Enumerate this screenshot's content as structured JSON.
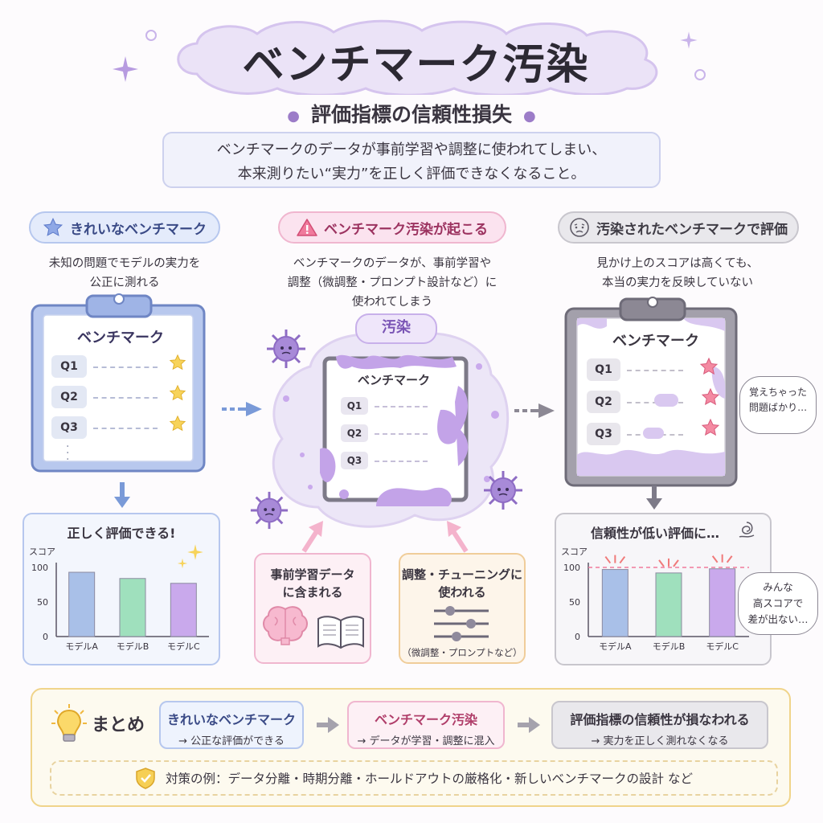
{
  "title": "ベンチマーク汚染",
  "subtitle": "評価指標の信頼性損失",
  "description": {
    "line1": "ベンチマークのデータが事前学習や調整に使われてしまい、",
    "line2": "本来測りたい“実力”を正しく評価できなくなること。"
  },
  "clean": {
    "pill": "きれいなベンチマーク",
    "desc_line1": "未知の問題でモデルの実力を",
    "desc_line2": "公正に測れる",
    "board_title": "ベンチマーク",
    "questions": [
      "Q1",
      "Q2",
      "Q3"
    ],
    "result_title": "正しく評価できる!",
    "chart_data": {
      "type": "bar",
      "categories": [
        "モデルA",
        "モデルB",
        "モデルC"
      ],
      "values": [
        93,
        84,
        77
      ],
      "ylabel": "スコア",
      "yticks": [
        0,
        50,
        100
      ],
      "ylim": [
        0,
        100
      ],
      "colors": [
        "#a9c0e8",
        "#9fe0bd",
        "#c9a9ec"
      ]
    }
  },
  "contamination": {
    "pill": "ベンチマーク汚染が起こる",
    "desc_line1": "ベンチマークのデータが、事前学習や",
    "desc_line2": "調整（微調整・プロンプト設計など）に",
    "desc_line3": "使われてしまう",
    "tag": "汚染",
    "board_title": "ベンチマーク",
    "questions": [
      "Q1",
      "Q2",
      "Q3"
    ],
    "source1_line1": "事前学習データ",
    "source1_line2": "に含まれる",
    "source2_line1": "調整・チューニングに",
    "source2_line2": "使われる",
    "source2_note": "（微調整・プロンプトなど）"
  },
  "contaminated": {
    "pill": "汚染されたベンチマークで評価",
    "desc_line1": "見かけ上のスコアは高くても、",
    "desc_line2": "本当の実力を反映していない",
    "board_title": "ベンチマーク",
    "questions": [
      "Q1",
      "Q2",
      "Q3"
    ],
    "bubble1_line1": "覚えちゃった",
    "bubble1_line2": "問題ばかり…",
    "result_title": "信頼性が低い評価に…",
    "bubble2_line1": "みんな",
    "bubble2_line2": "高スコアで",
    "bubble2_line3": "差が出ない…",
    "chart_data": {
      "type": "bar",
      "categories": [
        "モデルA",
        "モデルB",
        "モデルC"
      ],
      "values": [
        97,
        92,
        98
      ],
      "ylabel": "スコア",
      "yticks": [
        0,
        50,
        100
      ],
      "ylim": [
        0,
        100
      ],
      "colors": [
        "#a9c0e8",
        "#9fe0bd",
        "#c9a9ec"
      ]
    }
  },
  "summary": {
    "label": "まとめ",
    "card1_title": "きれいなベンチマーク",
    "card1_sub": "→ 公正な評価ができる",
    "card2_title": "ベンチマーク汚染",
    "card2_sub": "→ データが学習・調整に混入",
    "card3_title": "評価指標の信頼性が損なわれる",
    "card3_sub": "→ 実力を正しく測れなくなる",
    "countermeasure": "対策の例：データ分離・時期分離・ホールドアウトの厳格化・新しいベンチマークの設計 など"
  },
  "colors": {
    "accent_purple": "#b79be0",
    "clean_blue": "#b6c7ee",
    "warn_pink": "#f0b6cf",
    "dirty_gray": "#8c8894",
    "summary_yellow": "#f0d48a"
  },
  "icons": [
    "sparkle-icon",
    "star-icon",
    "warning-icon",
    "worried-face-icon",
    "virus-icon",
    "brain-icon",
    "book-icon",
    "sliders-icon",
    "lightbulb-icon",
    "shield-check-icon",
    "arrow-right-icon",
    "arrow-down-icon",
    "arrow-up-icon",
    "tangle-icon"
  ]
}
